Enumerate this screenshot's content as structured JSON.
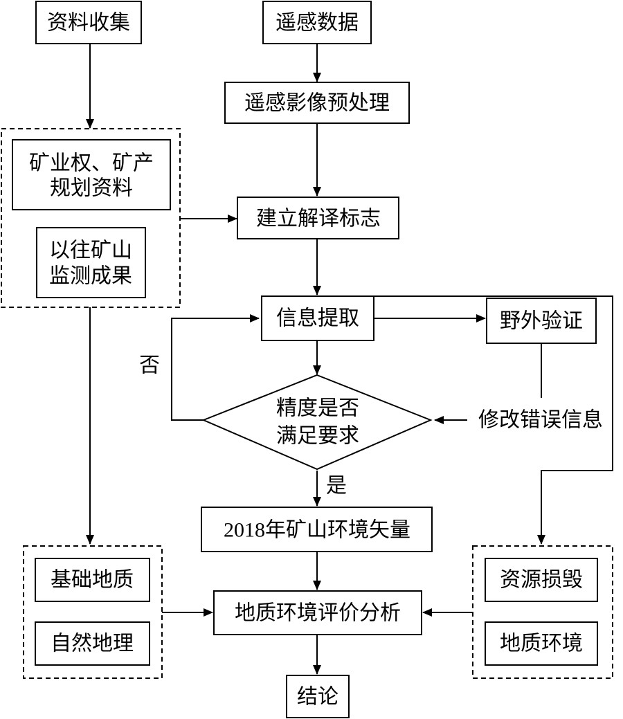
{
  "nodes": {
    "data_collection": "资料收集",
    "remote_data": "遥感数据",
    "preprocess": "遥感影像预处理",
    "mining_rights_1": "矿业权、矿产",
    "mining_rights_2": "规划资料",
    "previous_1": "以往矿山",
    "previous_2": "监测成果",
    "interpret": "建立解译标志",
    "extract": "信息提取",
    "field": "野外验证",
    "decision_1": "精度是否",
    "decision_2": "满足要求",
    "modify": "修改错误信息",
    "vector": "2018年矿山环境矢量",
    "basic_geology": "基础地质",
    "natural_geo": "自然地理",
    "resource_damage": "资源损毁",
    "geo_env": "地质环境",
    "analysis": "地质环境评价分析",
    "conclusion": "结论"
  },
  "edge_labels": {
    "no": "否",
    "yes": "是"
  }
}
